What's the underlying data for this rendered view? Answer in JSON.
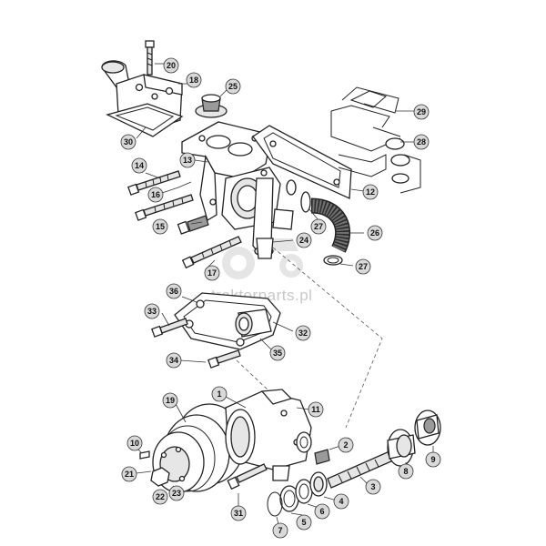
{
  "diagram": {
    "watermark_text": "traktorparts.pl",
    "watermark_logo": "tractor-silhouette-logo",
    "callouts": [
      "20",
      "18",
      "25",
      "29",
      "30",
      "28",
      "13",
      "14",
      "16",
      "15",
      "12",
      "27",
      "26",
      "24",
      "17",
      "27",
      "36",
      "33",
      "32",
      "35",
      "34",
      "19",
      "1",
      "11",
      "10",
      "2",
      "8",
      "9",
      "21",
      "22",
      "23",
      "31",
      "7",
      "5",
      "6",
      "4",
      "3"
    ]
  }
}
